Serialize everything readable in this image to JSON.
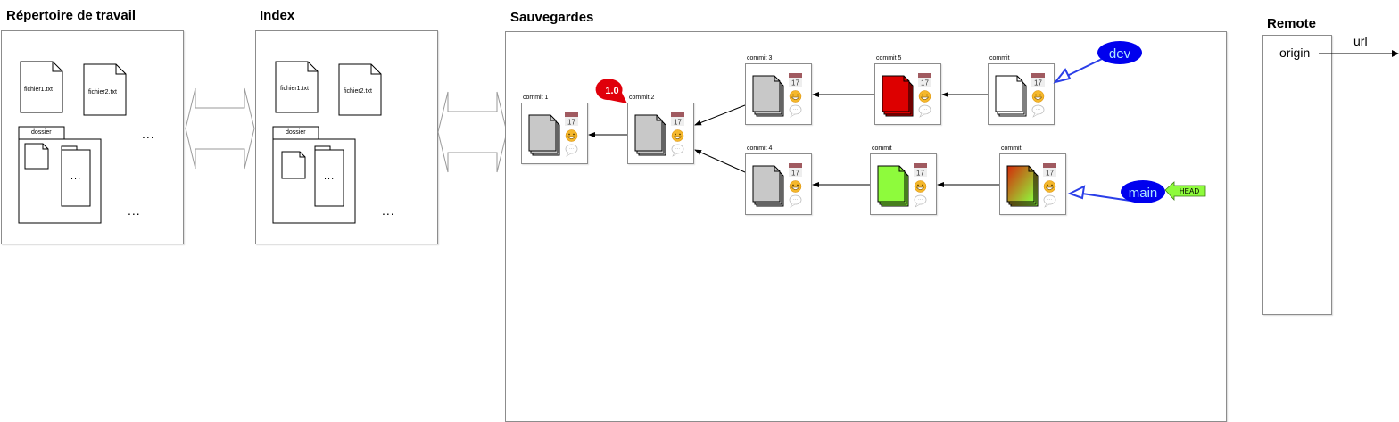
{
  "sections": {
    "working_dir": {
      "title": "Répertoire de travail",
      "files": [
        "fichier1.txt",
        "fichier2.txt"
      ],
      "more": "...",
      "folder": {
        "label": "dossier",
        "inner_more": "...",
        "more": "..."
      }
    },
    "index": {
      "title": "Index",
      "files": [
        "fichier1.txt",
        "fichier2.txt"
      ],
      "more": "...",
      "folder": {
        "label": "dossier",
        "inner_more": "...",
        "more": "..."
      }
    },
    "saves": {
      "title": "Sauvegardes",
      "tag": {
        "label": "1.0",
        "color": "#e0000b"
      },
      "commits": [
        {
          "id": "c1",
          "label": "commit 1",
          "color": "#c8c8c8"
        },
        {
          "id": "c2",
          "label": "commit 2",
          "color": "#c8c8c8"
        },
        {
          "id": "c3",
          "label": "commit 3",
          "color": "#c8c8c8"
        },
        {
          "id": "c5",
          "label": "commit 5",
          "color": "#dd0000"
        },
        {
          "id": "cdev",
          "label": "commit",
          "color": "#ffffff"
        },
        {
          "id": "c4",
          "label": "commit 4",
          "color": "#c8c8c8"
        },
        {
          "id": "cg",
          "label": "commit",
          "color": "#8efb3c"
        },
        {
          "id": "cmain",
          "label": "commit",
          "color": "gradient"
        }
      ],
      "calendar_day": "17",
      "branches": {
        "dev": {
          "label": "dev",
          "color": "#0000ee",
          "text_color": "#aee6ff"
        },
        "main": {
          "label": "main",
          "color": "#0000ee",
          "text_color": "#aee6ff"
        }
      },
      "head": {
        "label": "HEAD",
        "color": "#8efb3c"
      }
    },
    "remote": {
      "title": "Remote",
      "origin": "origin",
      "url": "url"
    }
  }
}
